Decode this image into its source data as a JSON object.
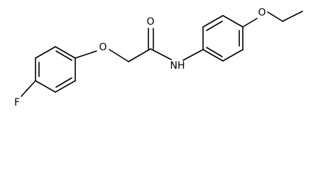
{
  "molecule": {
    "atoms": {
      "fluorine": "F",
      "ether_oxygen": "O",
      "carbonyl_oxygen": "O",
      "amide_nitrogen": "NH",
      "ethoxy_oxygen": "O"
    }
  },
  "colors": {
    "background": "#ffffff",
    "bond": "#000000",
    "label": "#000000"
  }
}
